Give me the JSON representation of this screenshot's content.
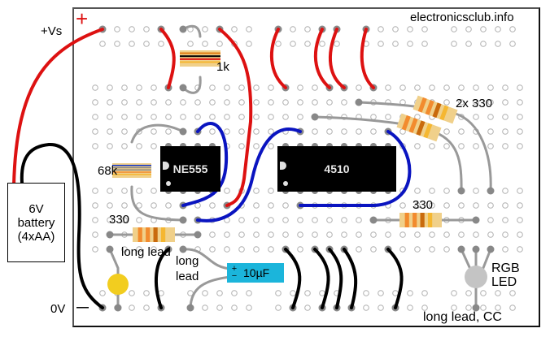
{
  "site_credit": "electronicsclub.info",
  "supply": {
    "positive_label": "+Vs",
    "positive_symbol": "+",
    "negative_label": "0V",
    "negative_symbol": "—"
  },
  "battery": {
    "lines": [
      "6V",
      "battery",
      "(4xAA)"
    ]
  },
  "chips": [
    {
      "id": "ne555",
      "label": "NE555",
      "pins": 8
    },
    {
      "id": "4510",
      "label": "4510",
      "pins": 16
    }
  ],
  "components": {
    "r_1k": {
      "label": "1k",
      "bands": [
        "#e07b12",
        "#000000",
        "#dd1111",
        "#f5b731"
      ]
    },
    "r_68k": {
      "label": "68k",
      "bands": [
        "#1136c8",
        "#888888",
        "#888888",
        "#f28b2e",
        "#f5b731"
      ]
    },
    "r_330_left": {
      "label": "330",
      "bands": [
        "#f28b2e",
        "#f28b2e",
        "#c96a0c",
        "#f5b731"
      ]
    },
    "r_330_pair": {
      "label": "2x 330",
      "bands": [
        "#f28b2e",
        "#f28b2e",
        "#c96a0c",
        "#f5b731"
      ]
    },
    "r_330_right": {
      "label": "330",
      "bands": [
        "#f28b2e",
        "#f28b2e",
        "#c96a0c",
        "#f5b731"
      ]
    },
    "capacitor": {
      "label": "10µF",
      "plus": "+",
      "minus": "−"
    },
    "led_yellow": {
      "label": "long lead",
      "color": "#f2cd1f"
    },
    "cap_note": "long lead",
    "rgb_led": {
      "label_line1": "RGB",
      "label_line2": "LED",
      "note": "long lead, CC",
      "color": "#c4c4c4"
    }
  },
  "colors": {
    "wire_red": "#dd1111",
    "wire_black": "#000000",
    "wire_blue": "#0a14c0",
    "lead_grey": "#999999",
    "hole": "#b0b0b0",
    "resistor_body": "#f0d08a"
  }
}
